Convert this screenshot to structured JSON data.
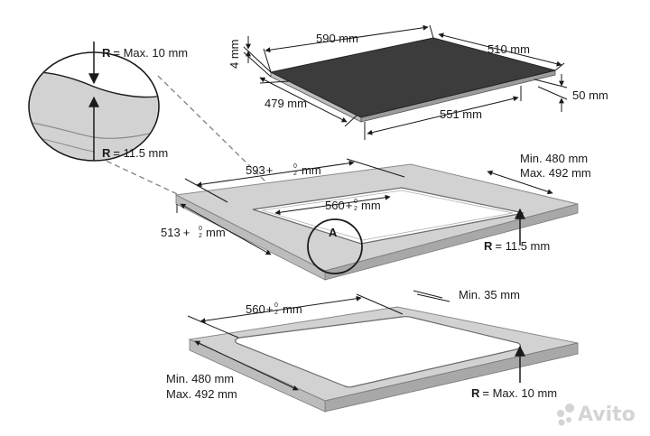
{
  "hob": {
    "width": "590 mm",
    "depth": "510 mm",
    "thickness": "4 mm",
    "height": "50 mm",
    "inner_depth": "479 mm",
    "inner_width": "551 mm"
  },
  "detail": {
    "r_top_prefix": "R",
    "r_top_value": "= Max. 10 mm",
    "r_bottom_prefix": "R",
    "r_bottom_value": "= 11.5 mm",
    "marker": "A"
  },
  "cutout_top": {
    "outer_width": "593",
    "outer_width_unit": "mm",
    "outer_depth": "513",
    "outer_depth_unit": "mm",
    "inner_width": "560",
    "inner_width_unit": "mm",
    "tol_plus": "+",
    "tol_upper": "0",
    "tol_lower": "2",
    "min_depth": "Min. 480 mm",
    "max_depth": "Max. 492 mm",
    "r_prefix": "R",
    "r_value": "= 11.5 mm"
  },
  "cutout_bottom": {
    "width": "560",
    "width_unit": "mm",
    "tol_plus": "+",
    "tol_upper": "0",
    "tol_lower": "2",
    "min_edge": "Min. 35 mm",
    "min_depth": "Min. 480 mm",
    "max_depth": "Max. 492 mm",
    "r_prefix": "R",
    "r_value": "= Max. 10 mm"
  },
  "watermark": {
    "text": "Avito"
  },
  "colors": {
    "hob_top": "#3c3c3c",
    "worktop": "#d2d2d2",
    "worktop_edge": "#9a9a9a",
    "line": "#1a1a1a"
  }
}
